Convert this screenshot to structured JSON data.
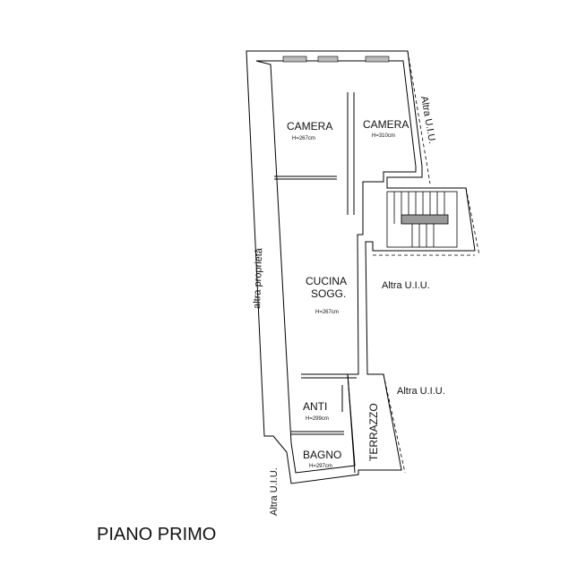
{
  "plan_title": "PIANO PRIMO",
  "rooms": {
    "camera_left": {
      "name": "CAMERA",
      "height": "H=267cm"
    },
    "camera_right": {
      "name": "CAMERA",
      "height": "H=310cm"
    },
    "cucina": {
      "name_line1": "CUCINA",
      "name_line2": "SOGG.",
      "height": "H=267cm"
    },
    "anti": {
      "name": "ANTI",
      "height": "H=299cm"
    },
    "bagno": {
      "name": "BAGNO",
      "height": "H=297cm"
    },
    "terrazzo": {
      "name": "TERRAZZO"
    }
  },
  "boundaries": {
    "right_top": "Altra U.I.U.",
    "right_middle": "Altra U.I.U.",
    "right_lower": "Altra U.I.U.",
    "left_long": "altra proprietà",
    "left_bottom": "Altra U.I.U."
  }
}
